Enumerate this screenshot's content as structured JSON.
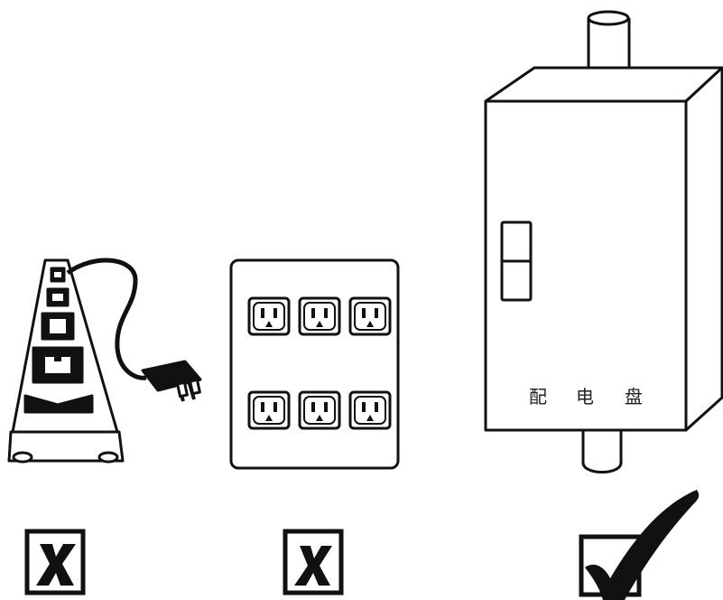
{
  "panel": {
    "label_chars": [
      "配",
      "电",
      "盘"
    ]
  },
  "marks": [
    {
      "kind": "cross",
      "meaning": "not-allowed",
      "item": "power-strip"
    },
    {
      "kind": "cross",
      "meaning": "not-allowed",
      "item": "wall-outlet-panel"
    },
    {
      "kind": "check",
      "meaning": "allowed",
      "item": "distribution-panel"
    }
  ],
  "outlets": {
    "rows": 2,
    "per_row": 3
  },
  "colors": {
    "ink": "#111111",
    "paper": "#ffffff"
  },
  "icons": [
    "power-strip-icon",
    "plug-icon",
    "outlet-icon",
    "distribution-box-icon",
    "cross-mark-icon",
    "check-mark-icon"
  ]
}
